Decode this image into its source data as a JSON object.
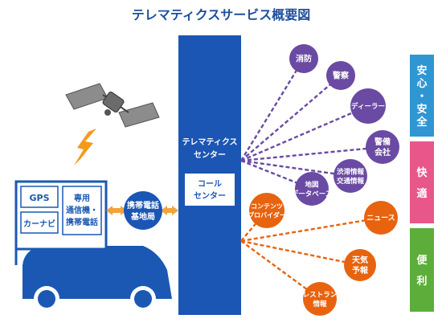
{
  "title": "テレマティクスサービス概要図",
  "colors": {
    "title": "#1f4fa0",
    "center_blue": "#1b56b4",
    "purple": "#6a4aa3",
    "orange": "#e8630f",
    "lightning": "#f39a1d",
    "car": "#1b58b4",
    "cat_safety": "#2f96d2",
    "cat_comfort": "#e8568a",
    "cat_convenience": "#5dad3a",
    "arrow": "#f2a33a"
  },
  "car_panel": {
    "gps": "GPS",
    "carnavi": "カーナビ",
    "device_line1": "専用",
    "device_line2": "通信機・",
    "device_line3": "携帯電話"
  },
  "base_station": {
    "line1": "携帯電話",
    "line2": "基地局"
  },
  "center": {
    "label_line1": "テレマティクス",
    "label_line2": "センター",
    "call_line1": "コール",
    "call_line2": "センター"
  },
  "purple_nodes": [
    {
      "id": "fire",
      "lines": [
        "消防"
      ]
    },
    {
      "id": "police",
      "lines": [
        "警察"
      ]
    },
    {
      "id": "dealer",
      "lines": [
        "ディーラー"
      ]
    },
    {
      "id": "security",
      "lines": [
        "警備",
        "会社"
      ]
    },
    {
      "id": "traffic",
      "lines": [
        "渋滞情報",
        "交通情報"
      ]
    },
    {
      "id": "mapdb",
      "lines": [
        "地図",
        "データベース"
      ]
    }
  ],
  "orange_nodes": [
    {
      "id": "content",
      "lines": [
        "コンテンツ",
        "プロバイダー"
      ]
    },
    {
      "id": "news",
      "lines": [
        "ニュース"
      ]
    },
    {
      "id": "weather",
      "lines": [
        "天気",
        "予報"
      ]
    },
    {
      "id": "restaurant",
      "lines": [
        "レストラン",
        "情報"
      ]
    }
  ],
  "categories": [
    {
      "id": "safety",
      "label": "安心・安全"
    },
    {
      "id": "comfort",
      "label": "快適"
    },
    {
      "id": "convenience",
      "label": "便利"
    }
  ]
}
